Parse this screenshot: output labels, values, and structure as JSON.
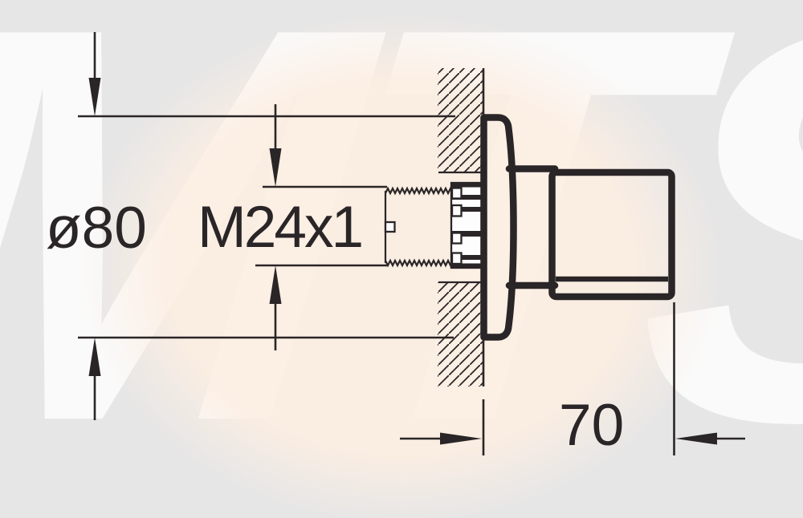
{
  "watermark": {
    "letters": "MTS"
  },
  "dimensions": {
    "flange_diameter": "ø80",
    "thread_spec": "M24x1",
    "wall_to_face_depth": "70"
  },
  "colors": {
    "background": "#e6e6e6",
    "line": "#2a2527",
    "watermark-letter": "#ffffff",
    "watermark-tint": "#fcefe3"
  }
}
